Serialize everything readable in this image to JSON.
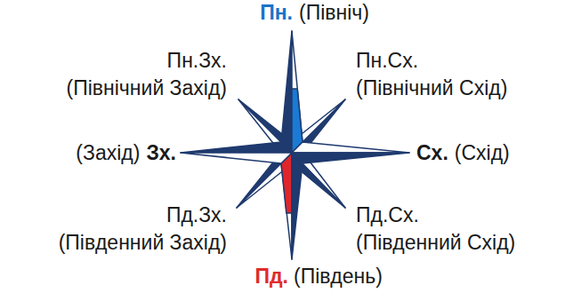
{
  "diagram": {
    "labels": [
      "Пн.",
      "(Північ)",
      "Пн.Зх.",
      "(Північний Захід)",
      "Пн.Сх.",
      "(Північний Схід)",
      "(Захід)",
      "Зх.",
      "Сх.",
      "(Схід)",
      "Пд.Зх.",
      "(Південний Захід)",
      "Пд.Сх.",
      "(Південний Схід)",
      "Пд.",
      "(Південь)"
    ]
  }
}
